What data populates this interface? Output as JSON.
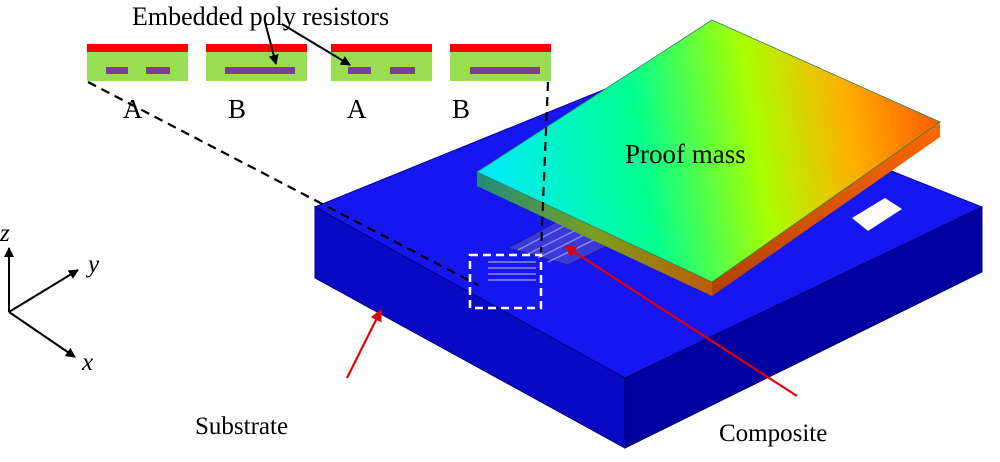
{
  "labels": {
    "top": "Embedded poly resistors",
    "proof_mass": "Proof mass",
    "substrate": "Substrate",
    "composite": "Composite"
  },
  "sections": [
    "A",
    "B",
    "A",
    "B"
  ],
  "axes": {
    "z": "z",
    "y": "y",
    "x": "x"
  },
  "colors": {
    "substrate_top": "#1616f2",
    "substrate_front": "#0a0ac6",
    "substrate_side": "#0000a0",
    "layer_red": "#ff0000",
    "layer_green": "#99dd55",
    "resistor_purple": "#7a3ea0",
    "arrow_red": "#e00000"
  }
}
